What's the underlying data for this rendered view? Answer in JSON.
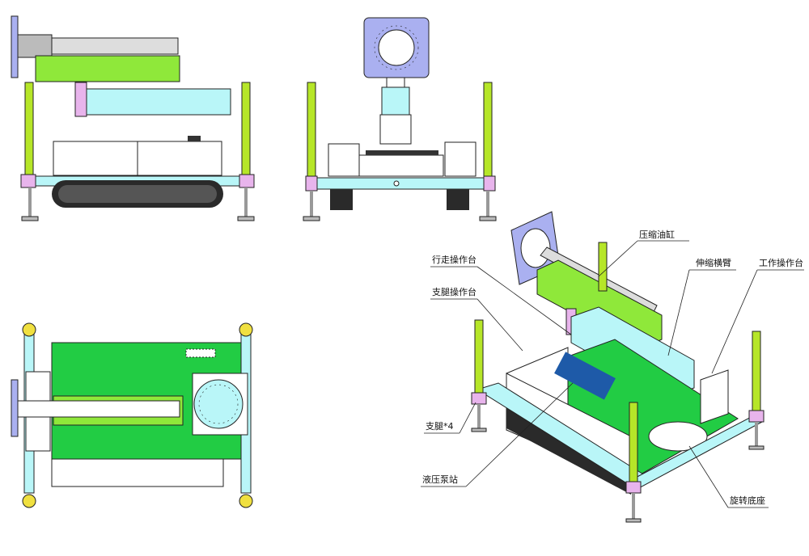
{
  "labels": {
    "cylinder": "压缩油缸",
    "walk_console": "行走操作台",
    "arm": "伸缩横臂",
    "work_console": "工作操作台",
    "leg_console": "支腿操作台",
    "legs": "支腿*4",
    "pump": "液压泵站",
    "base": "旋转底座"
  },
  "colors": {
    "green_arm": "#8fe83a",
    "cyan_beam": "#b9f6f8",
    "deck_green": "#22cc44",
    "leg_yellow": "#b6e628",
    "plate_lilac": "#aab0f0",
    "pink_joint": "#e8b4ec",
    "track": "#222222"
  }
}
